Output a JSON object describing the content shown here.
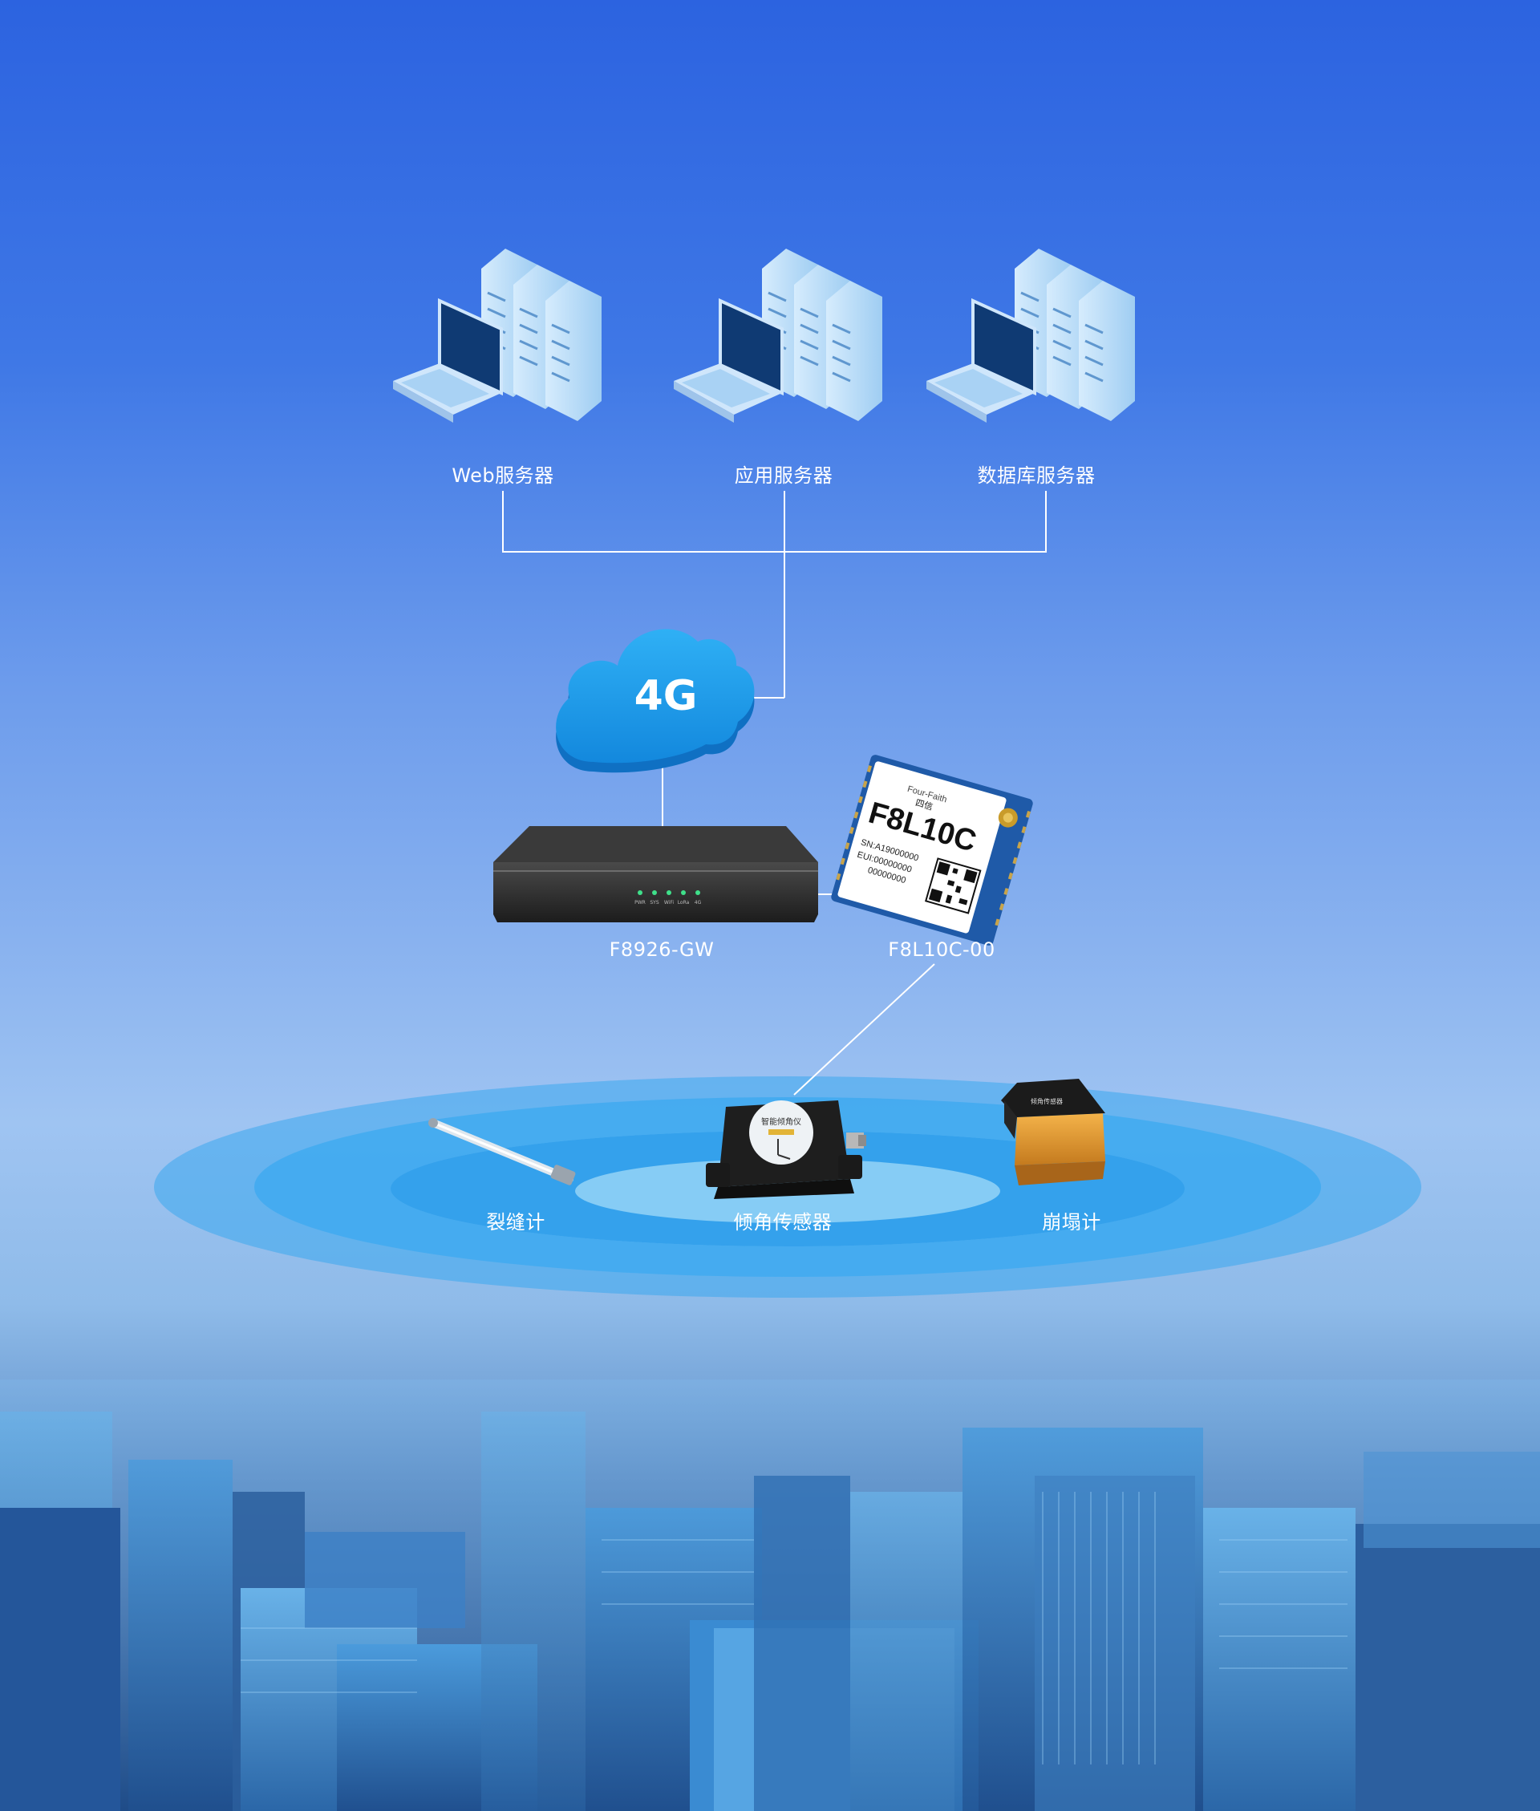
{
  "servers": [
    {
      "label": "Web服务器",
      "icon": "server-rack-laptop-icon"
    },
    {
      "label": "应用服务器",
      "icon": "server-rack-laptop-icon"
    },
    {
      "label": "数据库服务器",
      "icon": "server-rack-laptop-icon"
    }
  ],
  "cloud": {
    "label": "4G",
    "icon": "cloud-icon"
  },
  "gateway": {
    "label": "F8926-GW",
    "indicators": [
      "PWR",
      "SYS",
      "WiFi",
      "LoRa",
      "4G"
    ]
  },
  "module": {
    "label": "F8L10C-00",
    "model": "F8L10C",
    "brand": "Four-Faith",
    "brand_cn": "四信",
    "sn": "SN:A19000000",
    "eui_line1": "EUI:00000000",
    "eui_line2": "00000000"
  },
  "sensors": [
    {
      "label": "裂缝计",
      "icon": "crack-meter-icon"
    },
    {
      "label": "倾角传感器",
      "icon": "tilt-sensor-icon",
      "device_text": "智能倾角仪"
    },
    {
      "label": "崩塌计",
      "icon": "collapse-meter-icon",
      "device_text": "倾角传感器"
    }
  ],
  "colors": {
    "line": "#ffffff",
    "cloud": "#1e9be8",
    "server": "#bfe0fb",
    "laptop_screen": "#13407c",
    "ring": "#2fa6ee"
  }
}
